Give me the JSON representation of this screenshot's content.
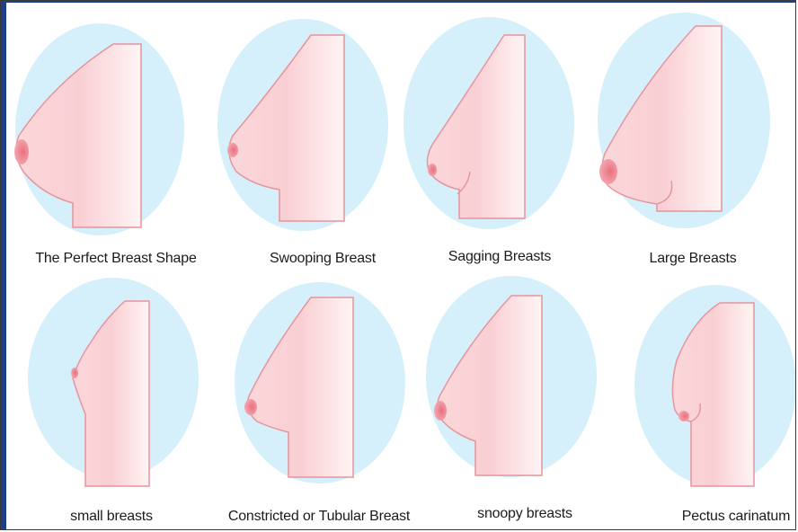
{
  "colors": {
    "ellipse": "#d6f0fb",
    "skin_light": "#fff0f0",
    "skin_dark": "#f7c2c6",
    "outline": "#e6949d",
    "nipple": "#f08a97",
    "border": "#1f3f86"
  },
  "shapes": [
    {
      "label": "The Perfect Breast Shape"
    },
    {
      "label": "Swooping Breast"
    },
    {
      "label": "Sagging Breasts"
    },
    {
      "label": "Large Breasts"
    },
    {
      "label": "small breasts"
    },
    {
      "label": "Constricted or Tubular Breast"
    },
    {
      "label": "snoopy breasts"
    },
    {
      "label": "Pectus carinatum"
    }
  ]
}
